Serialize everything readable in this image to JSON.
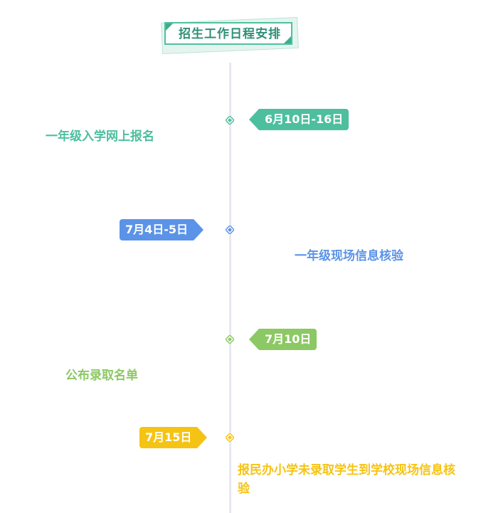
{
  "title": "招生工作日程安排",
  "colors": {
    "teal": "#4dbf9e",
    "blue": "#5b93e8",
    "green": "#8cc863",
    "yellow": "#f5c313",
    "line": "#e6e8f2"
  },
  "events": [
    {
      "date": "6月10日-16日",
      "description": "一年级入学网上报名",
      "color": "#4dbf9e"
    },
    {
      "date": "7月4日-5日",
      "description": "一年级现场信息核验",
      "color": "#5b93e8"
    },
    {
      "date": "7月10日",
      "description": "公布录取名单",
      "color": "#8cc863"
    },
    {
      "date": "7月15日",
      "description": "报民办小学未录取学生到学校现场信息核验",
      "color": "#f5c313"
    }
  ]
}
